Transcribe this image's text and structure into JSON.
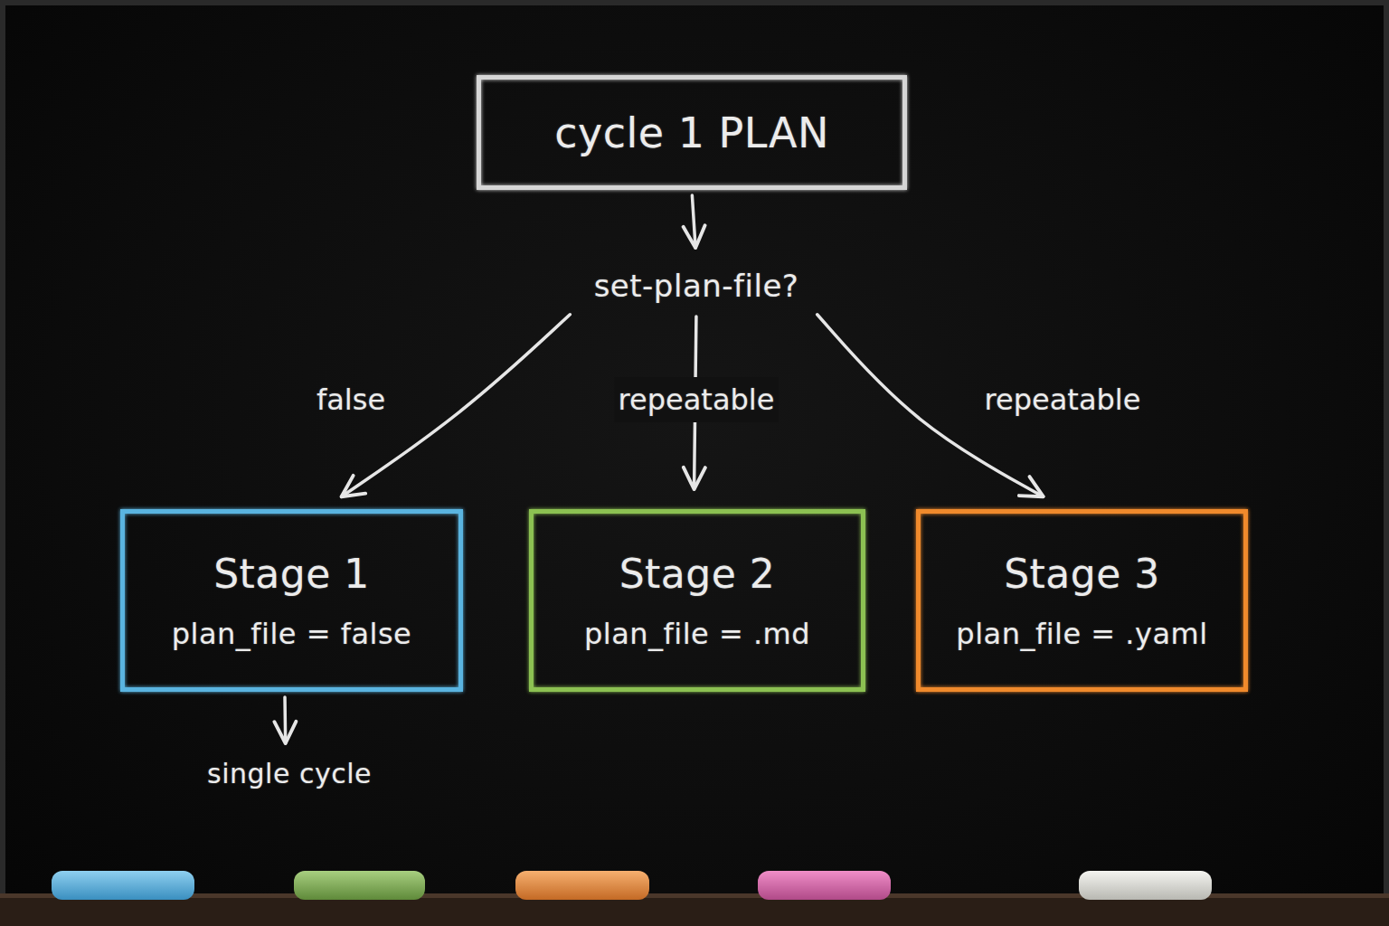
{
  "diagram": {
    "nodes": [
      {
        "text": [
          "cycle 1 PLAN"
        ]
      },
      {
        "text": [
          "set-plan-file?"
        ]
      },
      {
        "text": [
          "Stage 1",
          "plan_file = false"
        ]
      },
      {
        "text": [
          "Stage 2",
          "plan_file = .md"
        ]
      },
      {
        "text": [
          "Stage 3",
          "plan_file = .yaml"
        ]
      },
      {
        "text": [
          "single cycle"
        ]
      }
    ],
    "edges": [
      {
        "from": 0,
        "to": 1,
        "arrow": "to"
      },
      {
        "from": 1,
        "to": 2,
        "label": "false",
        "arrow": "to"
      },
      {
        "from": 1,
        "to": 3,
        "label": "repeatable",
        "arrow": "to"
      },
      {
        "from": 1,
        "to": 4,
        "label": "repeatable",
        "arrow": "to"
      },
      {
        "from": 2,
        "to": 5,
        "arrow": "to"
      }
    ]
  }
}
